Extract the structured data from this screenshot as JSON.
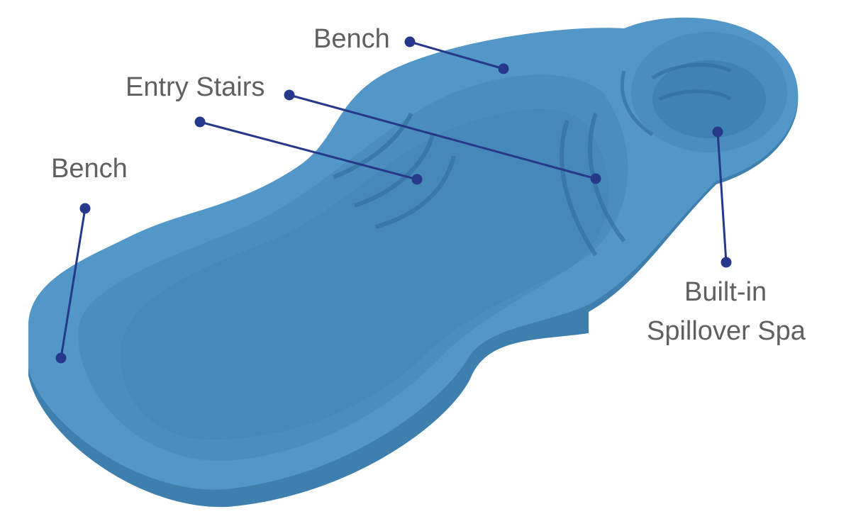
{
  "labels": {
    "bench_top": "Bench",
    "entry_stairs": "Entry Stairs",
    "bench_left": "Bench",
    "spa_line1": "Built-in",
    "spa_line2": "Spillover Spa"
  },
  "colors": {
    "pool_rim": "#4f93c3",
    "pool_floor": "#3f82b3",
    "pool_shadow": "#2f6d9c",
    "leader": "#26388a",
    "label_text": "#606060"
  }
}
